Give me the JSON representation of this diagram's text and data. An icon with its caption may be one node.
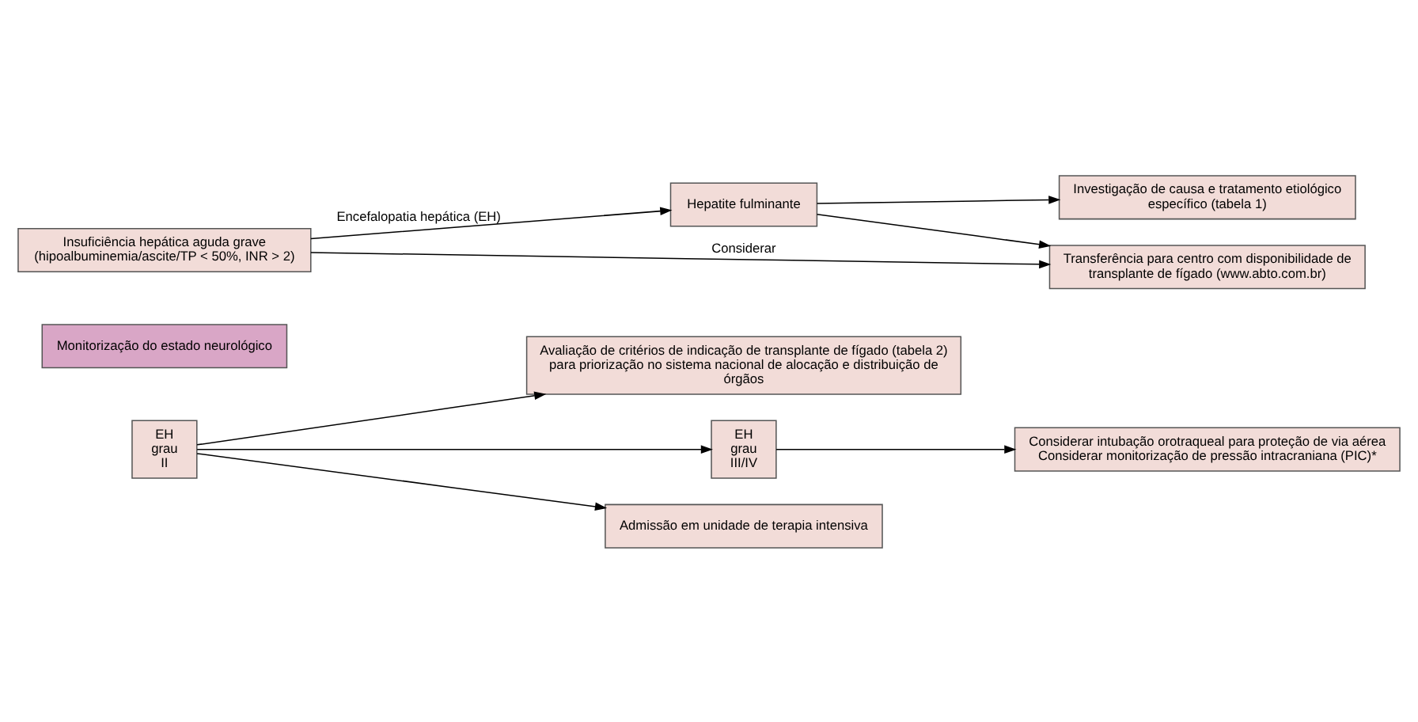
{
  "diagram": {
    "nodes": [
      {
        "text": [
          "Insuficiência hepática aguda grave (hipoalbuminemia/ascite/TP < 50%, INR > 2)"
        ]
      },
      {
        "text": [
          "Hepatite fulminante"
        ]
      },
      {
        "text": [
          "Transferência para centro com disponibilidade de transplante de fígado (www.abto.com.br)"
        ]
      },
      {
        "text": [
          "Investigação de causa e tratamento etiológico específico (tabela 1)"
        ]
      },
      {
        "text": [
          "Monitorização do estado neurológico"
        ]
      },
      {
        "text": [
          "EH grau II"
        ]
      },
      {
        "text": [
          "Admissão em unidade de terapia intensiva"
        ]
      },
      {
        "text": [
          "Avaliação de critérios de indicação de transplante de fígado (tabela 2) para priorização no sistema nacional de alocação e distribuição de órgãos"
        ]
      },
      {
        "text": [
          "EH grau III/IV"
        ]
      },
      {
        "text": [
          "Considerar intubação orotraqueal para proteção de via aérea Considerar monitorização de pressão intracraniana (PIC)*"
        ]
      }
    ],
    "edges": [
      {
        "from": 0,
        "to": 1,
        "arrow": "to",
        "label": "Encefalopatia hepática (EH)"
      },
      {
        "from": 0,
        "to": 2,
        "arrow": "to",
        "label": "Considerar"
      },
      {
        "from": 1,
        "to": 2,
        "arrow": "to"
      },
      {
        "from": 1,
        "to": 3,
        "arrow": "to"
      },
      {
        "from": 5,
        "to": 6,
        "arrow": "to"
      },
      {
        "from": 5,
        "to": 7,
        "arrow": "to"
      },
      {
        "from": 5,
        "to": 8,
        "arrow": "to"
      },
      {
        "from": 8,
        "to": 9,
        "arrow": "to"
      }
    ]
  }
}
